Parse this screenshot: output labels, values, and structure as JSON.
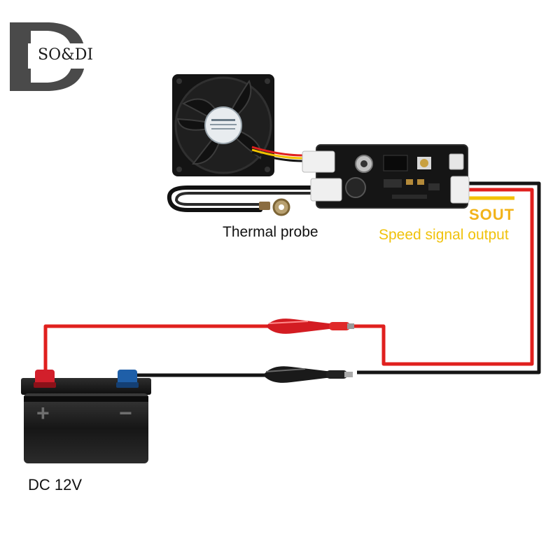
{
  "logo": {
    "text": "SO&DI",
    "letter": "D"
  },
  "labels": {
    "thermal_probe": "Thermal probe",
    "sout": "SOUT",
    "speed_signal": "Speed signal output",
    "battery": "DC 12V",
    "plus": "+",
    "minus": "−"
  },
  "colors": {
    "red_wire": "#e0201e",
    "black_wire": "#151515",
    "sout_label": "#f2b31a",
    "speed_label": "#f0c20c",
    "battery_body": "#1c1c1c",
    "pos_terminal": "#d21f2b",
    "neg_terminal": "#1f5fa8"
  },
  "components": [
    "cooling-fan",
    "controller-board",
    "thermal-probe",
    "alligator-clip-red",
    "alligator-clip-black",
    "battery-12v"
  ]
}
